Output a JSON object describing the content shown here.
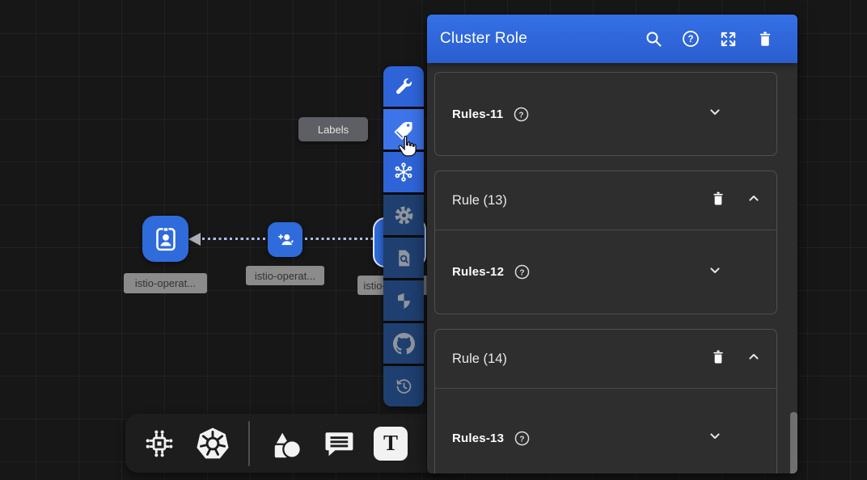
{
  "colors": {
    "accent_blue": "#2f64d9",
    "toolbar_dark_blue": "#1f3f70",
    "node_blue": "#2f6bdb",
    "panel_header_blue": "#3068e0",
    "panel_bg": "#2e2e2e",
    "canvas_bg": "#171717"
  },
  "canvas": {
    "tooltip": "Labels",
    "nodes": [
      {
        "label": "istio-operat...",
        "icon": "id-badge"
      },
      {
        "label": "istio-operat...",
        "icon": "user-add"
      },
      {
        "label": "istio-operat...",
        "icon": "hidden-behind-toolbar"
      }
    ]
  },
  "left_toolbar": {
    "buttons": [
      {
        "icon": "wrench",
        "active": true
      },
      {
        "icon": "tag-labels",
        "active": true,
        "hovered": true
      },
      {
        "icon": "snowflake",
        "active": true
      },
      {
        "icon": "gear",
        "active": false
      },
      {
        "icon": "document-search",
        "active": false
      },
      {
        "icon": "shield",
        "active": false
      },
      {
        "icon": "github",
        "active": false
      },
      {
        "icon": "history",
        "active": false
      }
    ]
  },
  "bottom_toolbar": {
    "buttons": [
      "circuit",
      "kubernetes",
      "shapes",
      "comment",
      "text-tool"
    ],
    "text_glyph": "T"
  },
  "panel": {
    "title": "Cluster Role",
    "header_icons": [
      "search",
      "help",
      "expand",
      "delete"
    ],
    "help_glyph": "?",
    "cards": [
      {
        "field_label": "Rules-11"
      },
      {
        "header": "Rule (13)",
        "field_label": "Rules-12"
      },
      {
        "header": "Rule (14)",
        "field_label": "Rules-13"
      }
    ]
  }
}
